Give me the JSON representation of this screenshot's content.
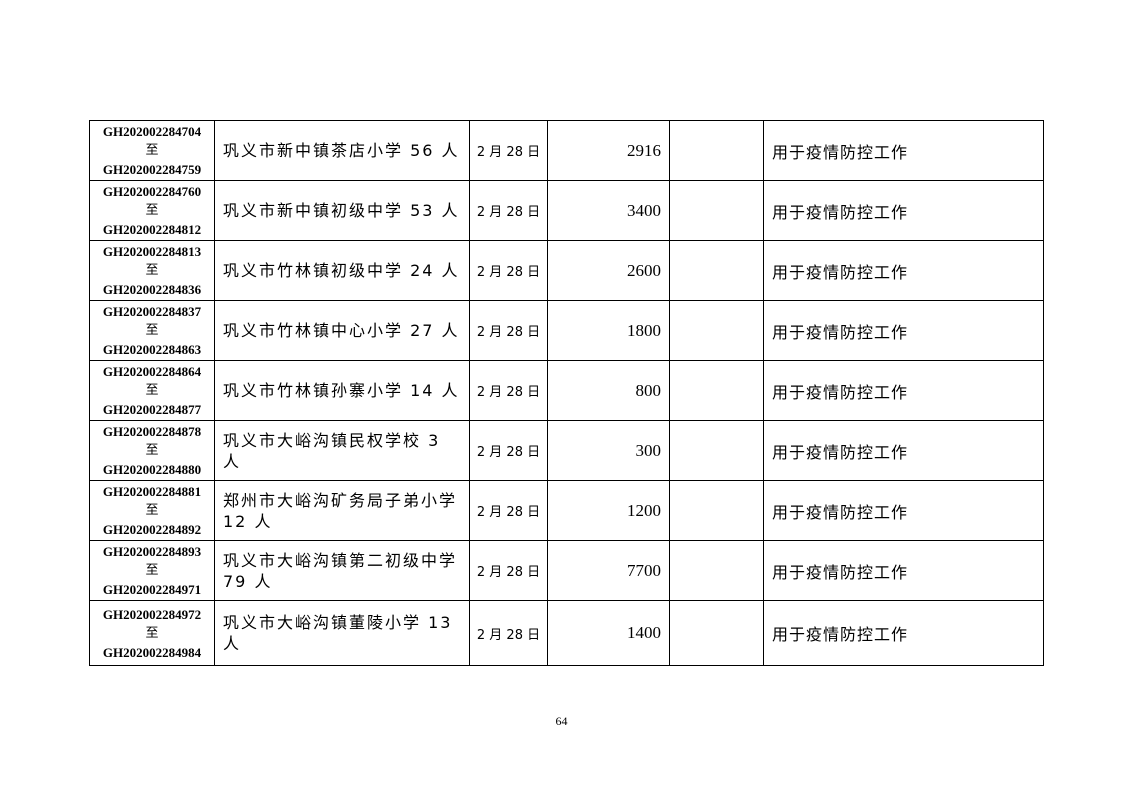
{
  "table": {
    "to_word": "至",
    "rows": [
      {
        "code_from": "GH202002284704",
        "code_to": "GH202002284759",
        "unit": "巩义市新中镇茶店小学 56 人",
        "date": "2 月 28 日",
        "amount": "2916",
        "blank": "",
        "purpose": "用于疫情防控工作"
      },
      {
        "code_from": "GH202002284760",
        "code_to": "GH202002284812",
        "unit": "巩义市新中镇初级中学 53 人",
        "date": "2 月 28 日",
        "amount": "3400",
        "blank": "",
        "purpose": "用于疫情防控工作"
      },
      {
        "code_from": "GH202002284813",
        "code_to": "GH202002284836",
        "unit": "巩义市竹林镇初级中学 24 人",
        "date": "2 月 28 日",
        "amount": "2600",
        "blank": "",
        "purpose": "用于疫情防控工作"
      },
      {
        "code_from": "GH202002284837",
        "code_to": "GH202002284863",
        "unit": "巩义市竹林镇中心小学 27 人",
        "date": "2 月 28 日",
        "amount": "1800",
        "blank": "",
        "purpose": "用于疫情防控工作"
      },
      {
        "code_from": "GH202002284864",
        "code_to": "GH202002284877",
        "unit": "巩义市竹林镇孙寨小学 14 人",
        "date": "2 月 28 日",
        "amount": "800",
        "blank": "",
        "purpose": "用于疫情防控工作"
      },
      {
        "code_from": "GH202002284878",
        "code_to": "GH202002284880",
        "unit": "巩义市大峪沟镇民权学校 3 人",
        "date": "2 月 28 日",
        "amount": "300",
        "blank": "",
        "purpose": "用于疫情防控工作"
      },
      {
        "code_from": "GH202002284881",
        "code_to": "GH202002284892",
        "unit": "郑州市大峪沟矿务局子弟小学 12 人",
        "date": "2 月 28 日",
        "amount": "1200",
        "blank": "",
        "purpose": "用于疫情防控工作"
      },
      {
        "code_from": "GH202002284893",
        "code_to": "GH202002284971",
        "unit": "巩义市大峪沟镇第二初级中学 79 人",
        "date": "2 月 28 日",
        "amount": "7700",
        "blank": "",
        "purpose": "用于疫情防控工作"
      },
      {
        "code_from": "GH202002284972",
        "code_to": "GH202002284984",
        "unit": "巩义市大峪沟镇董陵小学 13 人",
        "date": "2 月 28 日",
        "amount": "1400",
        "blank": "",
        "purpose": "用于疫情防控工作"
      }
    ]
  },
  "footer": {
    "page_number": "64"
  }
}
